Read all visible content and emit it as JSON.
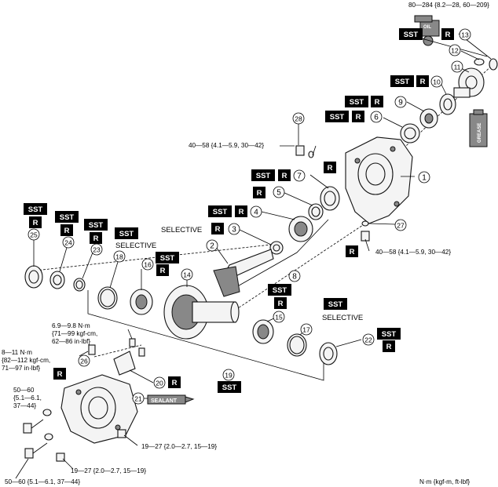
{
  "tags": {
    "sst": "SST",
    "r": "R",
    "selective": "SELECTIVE",
    "sealant": "SEALANT",
    "oil": "OIL",
    "grease": "GREASE"
  },
  "parts": {
    "p1": "1",
    "p2": "2",
    "p3": "3",
    "p4": "4",
    "p5": "5",
    "p6": "6",
    "p7": "7",
    "p8": "8",
    "p9": "9",
    "p10": "10",
    "p11": "11",
    "p12": "12",
    "p13": "13",
    "p14": "14",
    "p15": "15",
    "p16": "16",
    "p17": "17",
    "p18": "18",
    "p19": "19",
    "p20": "20",
    "p21": "21",
    "p22": "22",
    "p23": "23",
    "p24": "24",
    "p25": "25",
    "p26": "26",
    "p27": "27",
    "p28": "28"
  },
  "torques": {
    "t_80_284": "80—284 {8.2—28, 60—209}",
    "t_40_58_a": "40—58 {4.1—5.9, 30—42}",
    "t_40_58_b": "40—58 {4.1—5.9, 30—42}",
    "t_69_98_l1": "6.9—9.8 N·m",
    "t_69_98_l2": "{71—99 kgf-cm,",
    "t_69_98_l3": "62—86 in·lbf}",
    "t_8_11_l1": "8—11 N·m",
    "t_8_11_l2": "{82—112 kgf-cm,",
    "t_8_11_l3": "71—97 in·lbf}",
    "t_50_60_a_l1": "50—60",
    "t_50_60_a_l2": "{5.1—6.1,",
    "t_50_60_a_l3": "37—44}",
    "t_19_27_a": "19—27 {2.0—2.7, 15—19}",
    "t_19_27_b": "19—27 {2.0—2.7, 15—19}",
    "t_50_60_b": "50—60 {5.1—6.1, 37—44}"
  },
  "units": "N·m {kgf-m, ft-lbf}"
}
